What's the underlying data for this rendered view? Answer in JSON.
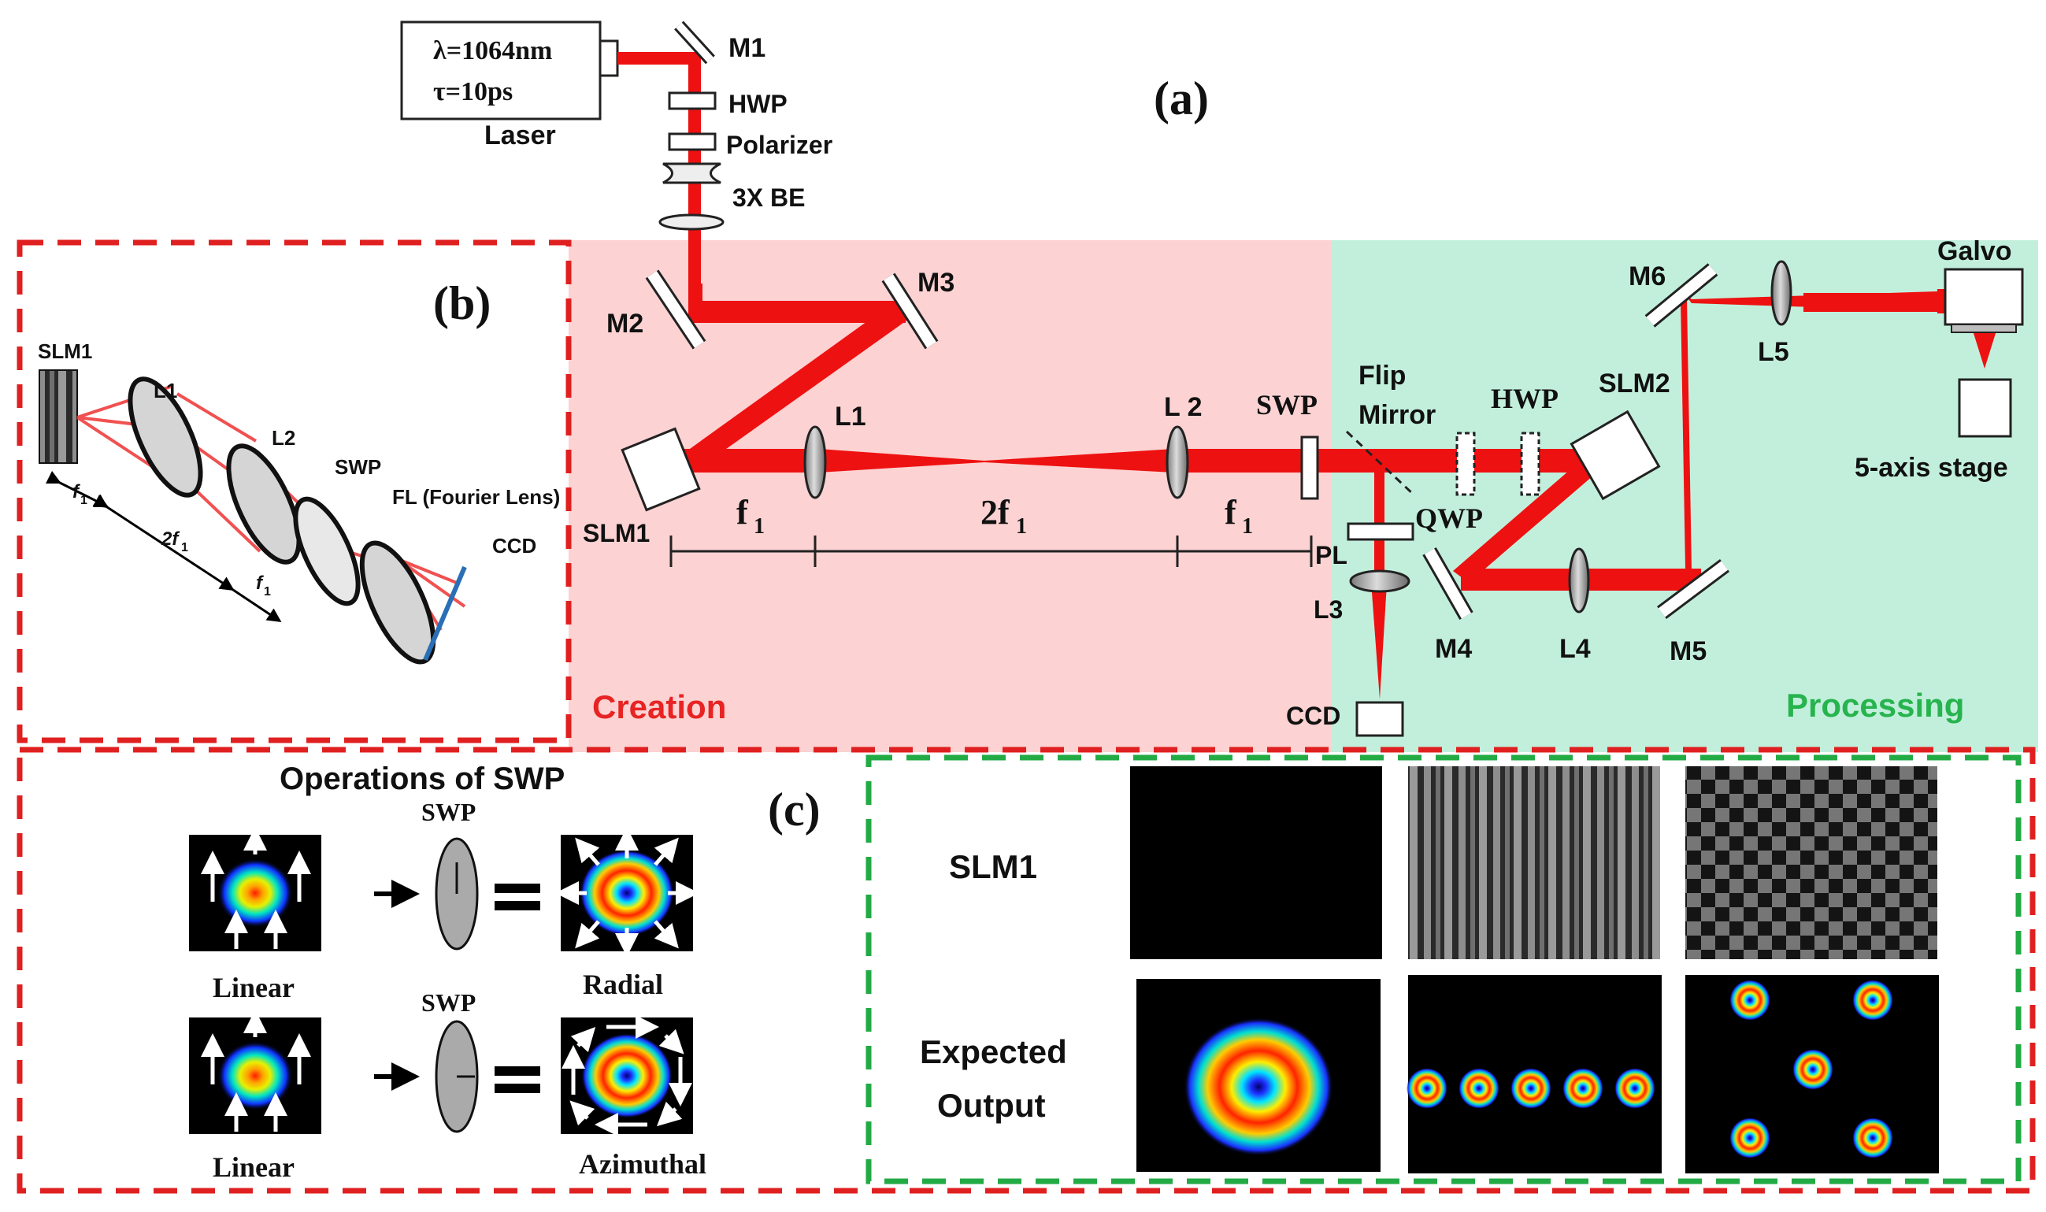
{
  "colors": {
    "beam": "#ee1111",
    "creation_bg": "#fcd2d2",
    "processing_bg": "#c2efdc",
    "red_dash": "#e02020",
    "green_dash": "#22aa44",
    "creation_text": "#e82323",
    "processing_text": "#27b34d"
  },
  "panel_labels": {
    "a": "(a)",
    "b": "(b)",
    "c": "(c)"
  },
  "laser": {
    "wavelength": "λ=1064nm",
    "pulse": "τ=10ps",
    "label": "Laser"
  },
  "components": {
    "m1": "M1",
    "hwp_top": "HWP",
    "polarizer": "Polarizer",
    "be": "3X BE",
    "m2": "M2",
    "m3": "M3",
    "slm1": "SLM1",
    "l1": "L1",
    "l2": "L 2",
    "swp": "SWP",
    "flip1": "Flip",
    "flip2": "Mirror",
    "hwp_mid": "HWP",
    "slm2": "SLM2",
    "m6": "M6",
    "l5": "L5",
    "galvo": "Galvo",
    "stage": "5-axis stage",
    "qwp": "QWP",
    "pl": "PL",
    "l3": "L3",
    "m4": "M4",
    "l4": "L4",
    "m5": "M5",
    "ccd": "CCD"
  },
  "distances": {
    "f1a": "f",
    "f1a_sub": "1",
    "f2": "2f",
    "f2_sub": "1",
    "f1b": "f",
    "f1b_sub": "1"
  },
  "sections": {
    "creation": "Creation",
    "processing": "Processing"
  },
  "panel_b": {
    "slm1": "SLM1",
    "l1": "L1",
    "l2": "L2",
    "swp": "SWP",
    "fl": "FL (Fourier Lens)",
    "ccd": "CCD",
    "d1": "f",
    "d1_sub": "1",
    "d2": "2f",
    "d2_sub": "1",
    "d3": "f",
    "d3_sub": "1"
  },
  "panel_c": {
    "title": "Operations of SWP",
    "row1": {
      "swp": "SWP",
      "input": "Linear",
      "output": "Radial"
    },
    "row2": {
      "swp": "SWP",
      "input": "Linear",
      "output": "Azimuthal"
    },
    "slm_label": "SLM1",
    "output_label1": "Expected",
    "output_label2": "Output"
  }
}
